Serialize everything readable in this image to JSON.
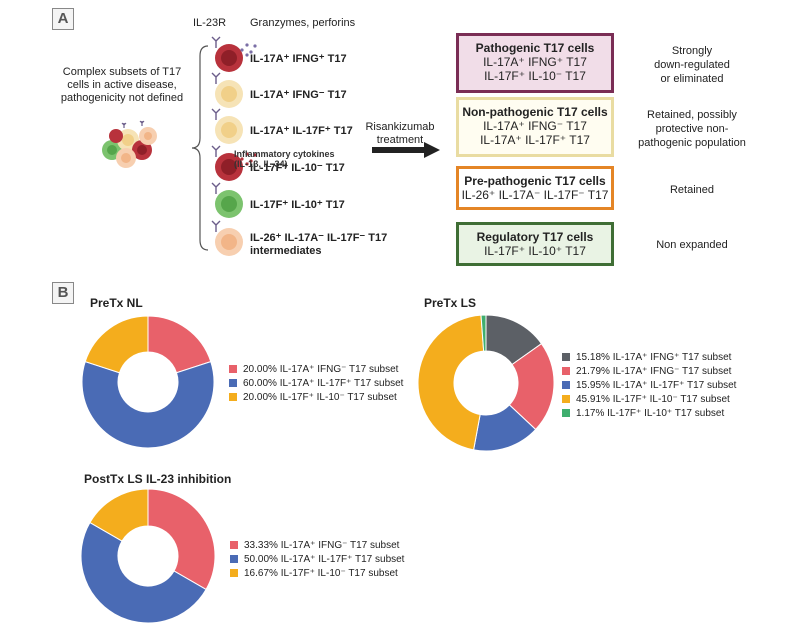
{
  "panel_a": {
    "label": "A",
    "il23r_label": "IL-23R",
    "granzymes_label": "Granzymes, perforins",
    "complex_text": [
      "Complex subsets of T17",
      "cells in active disease,",
      "pathogenicity not defined"
    ],
    "cells": [
      {
        "label": "IL-17A⁺ IFNG⁺ T17",
        "color": "#b8323c",
        "nucleus": "#8f1f28",
        "secretion": "granzymes"
      },
      {
        "label": "IL-17A⁺ IFNG⁻ T17",
        "color": "#f6e3b6",
        "nucleus": "#f1d089"
      },
      {
        "label": "IL-17A⁺ IL-17F⁺ T17",
        "color": "#f6e3b6",
        "nucleus": "#f1d089"
      },
      {
        "label": "IL-17F⁺ IL-10⁻ T17",
        "color": "#b8323c",
        "nucleus": "#8f1f28",
        "secretion": "cytokines"
      },
      {
        "label": "IL-17F⁺ IL-10⁺ T17",
        "color": "#7cc36e",
        "nucleus": "#56a64b"
      },
      {
        "label": "IL-26⁺ IL-17A⁻ IL-17F⁻ T17",
        "label2": "intermediates",
        "color": "#f7cfb0",
        "nucleus": "#f2b588"
      }
    ],
    "cytokine_text": [
      "Inflammatory cytokines",
      "(IL-1β, IL-34)"
    ],
    "treatment_text": [
      "Risankizumab",
      "treatment"
    ],
    "boxes": [
      {
        "title": "Pathogenic T17 cells",
        "lines": [
          "IL-17A⁺ IFNG⁺ T17",
          "IL-17F⁺ IL-10⁻ T17"
        ],
        "border": "#7a2d55",
        "fill": "#f1dde8",
        "outcome": [
          "Strongly",
          "down-regulated",
          "or eliminated"
        ]
      },
      {
        "title": "Non-pathogenic T17 cells",
        "lines": [
          "IL-17A⁺ IFNG⁻ T17",
          "IL-17A⁺ IL-17F⁺ T17"
        ],
        "border": "#e9dca2",
        "fill": "#fffdf1",
        "outcome": [
          "Retained, possibly",
          "protective non-",
          "pathogenic population"
        ]
      },
      {
        "title": "Pre-pathogenic T17 cells",
        "lines": [
          "IL-26⁺ IL-17A⁻ IL-17F⁻ T17"
        ],
        "border": "#e48526",
        "fill": "#ffffff",
        "outcome": [
          "Retained"
        ]
      },
      {
        "title": "Regulatory T17 cells",
        "lines": [
          "IL-17F⁺ IL-10⁺ T17"
        ],
        "border": "#3f6e35",
        "fill": "#e9f3e4",
        "outcome": [
          "Non expanded"
        ]
      }
    ]
  },
  "panel_b": {
    "label": "B",
    "charts": [
      {
        "title": "PreTx NL",
        "slices": [
          {
            "pct": 20.0,
            "label": "20.00% IL-17A⁺ IFNG⁻ T17 subset",
            "color": "#e8616a"
          },
          {
            "pct": 60.0,
            "label": "60.00% IL-17A⁺ IL-17F⁺ T17 subset",
            "color": "#4a6bb5"
          },
          {
            "pct": 20.0,
            "label": "20.00% IL-17F⁺ IL-10⁻ T17 subset",
            "color": "#f4ad1d"
          }
        ]
      },
      {
        "title": "PreTx LS",
        "slices": [
          {
            "pct": 15.18,
            "label": "15.18% IL-17A⁺ IFNG⁺ T17 subset",
            "color": "#5c6066"
          },
          {
            "pct": 21.79,
            "label": "21.79% IL-17A⁺ IFNG⁻ T17 subset",
            "color": "#e8616a"
          },
          {
            "pct": 15.95,
            "label": "15.95% IL-17A⁺ IL-17F⁺ T17 subset",
            "color": "#4a6bb5"
          },
          {
            "pct": 45.91,
            "label": "45.91% IL-17F⁺ IL-10⁻ T17 subset",
            "color": "#f4ad1d"
          },
          {
            "pct": 1.17,
            "label": "1.17% IL-17F⁺ IL-10⁺ T17 subset",
            "color": "#3fae6e"
          }
        ]
      },
      {
        "title": "PostTx LS IL-23 inhibition",
        "slices": [
          {
            "pct": 33.33,
            "label": "33.33% IL-17A⁺ IFNG⁻ T17 subset",
            "color": "#e8616a"
          },
          {
            "pct": 50.0,
            "label": "50.00% IL-17A⁺ IL-17F⁺ T17 subset",
            "color": "#4a6bb5"
          },
          {
            "pct": 16.67,
            "label": "16.67% IL-17F⁺ IL-10⁻ T17 subset",
            "color": "#f4ad1d"
          }
        ]
      }
    ]
  }
}
